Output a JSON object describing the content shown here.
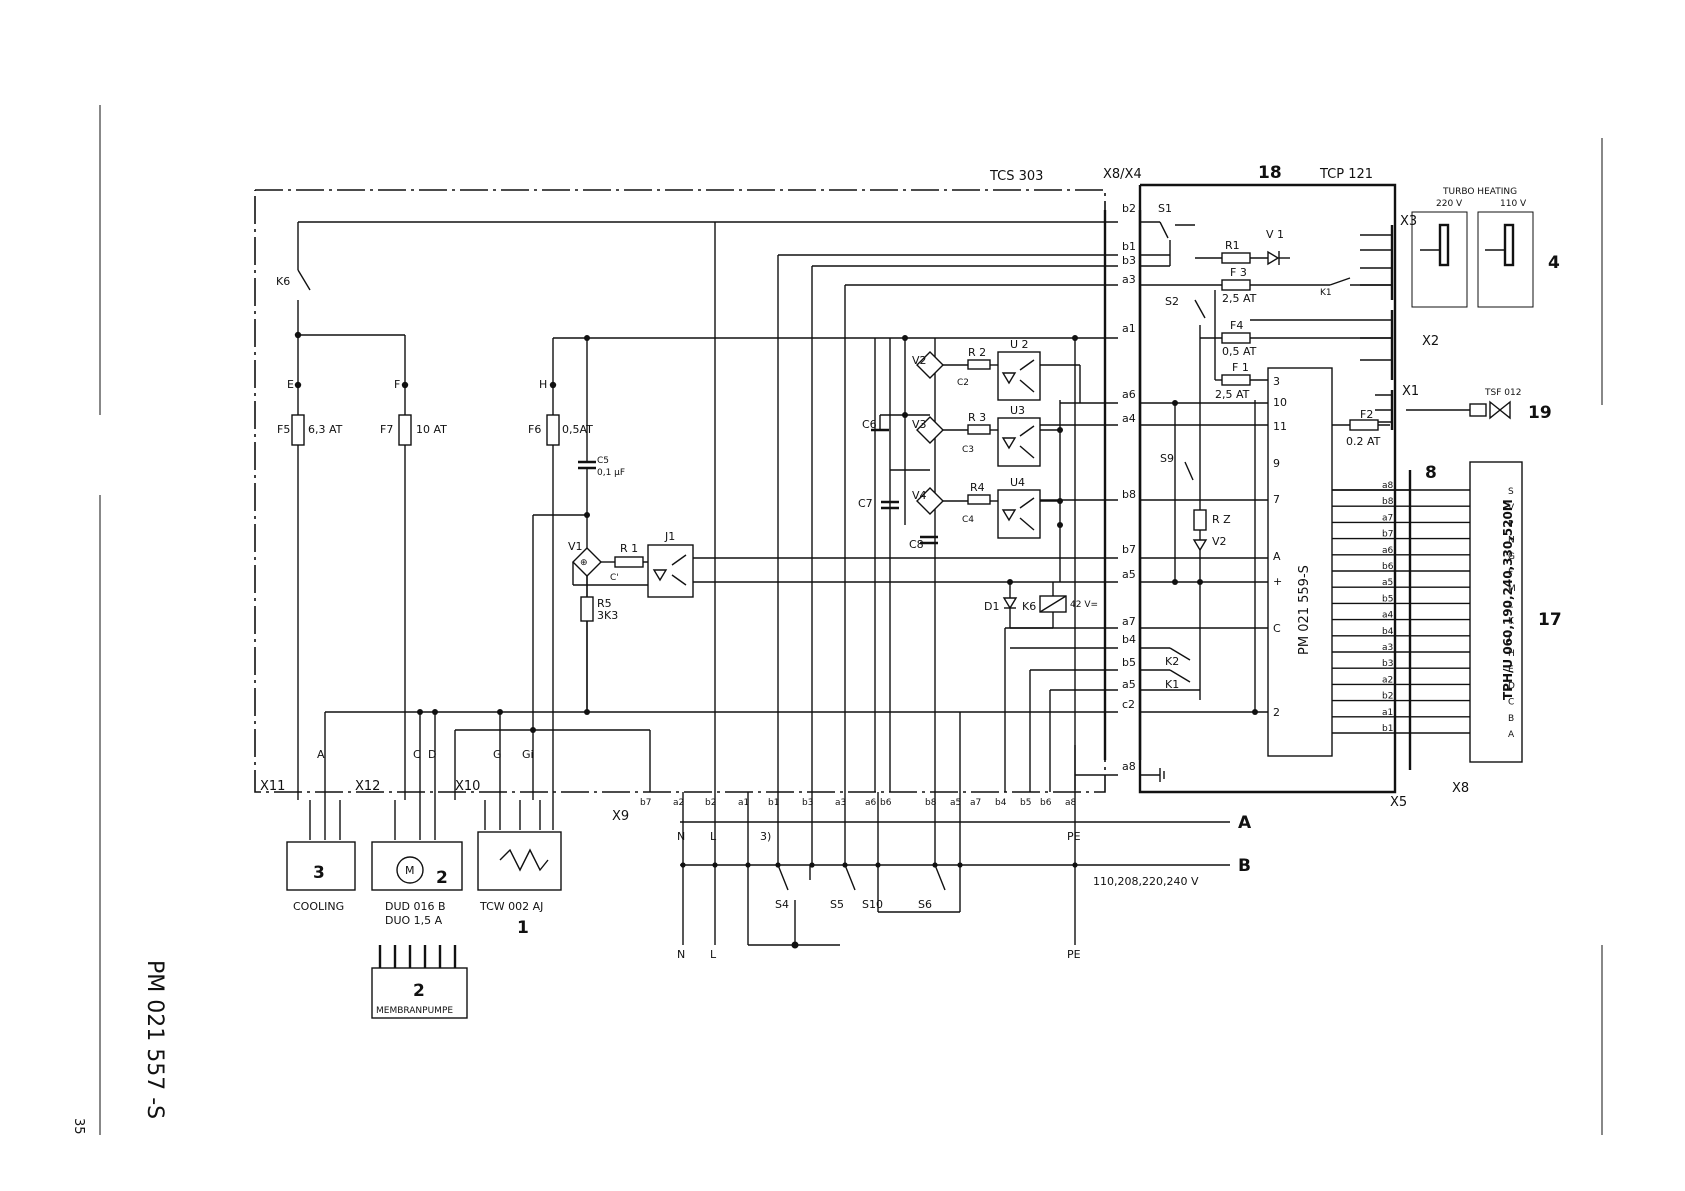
{
  "page": {
    "doc_number": "PM 021 557 -S",
    "page_number": "35"
  },
  "boards": {
    "tcs": "TCS 303",
    "x8x4": "X8/X4",
    "ref18": "18",
    "tcp": "TCP 121",
    "pm559": "PM 021 559-S",
    "x5": "X5",
    "x8_bottom": "X8"
  },
  "connectors": {
    "x11": "X11",
    "x12": "X12",
    "x10": "X10",
    "x9": "X9",
    "x3": "X3",
    "x2": "X2",
    "x1": "X1"
  },
  "fuses": {
    "f5": "F5",
    "f5_val": "6,3 AT",
    "f7": "F7",
    "f7_val": "10 AT",
    "f6": "F6",
    "f6_val": "0,5AT",
    "f3": "F 3",
    "f3_val": "2,5 AT",
    "f4": "F4",
    "f4_val": "0,5 AT",
    "f1": "F 1",
    "f1_val": "2,5 AT",
    "f2": "F2",
    "f2_val": "0.2 AT"
  },
  "components": {
    "k6": "K6",
    "s1": "S1",
    "r1_top": "R1",
    "v1_top": "V 1",
    "s2": "S2",
    "k1": "K1",
    "s9": "S9",
    "rz": "R Z",
    "v2": "V2",
    "k2": "K2",
    "r1": "R 1",
    "j1": "J1",
    "v1": "V1",
    "c_prime": "C'",
    "r5": "R5",
    "r5_val": "3K3",
    "c5": "C5",
    "c5_val": "0,1 μF",
    "v2b": "V2",
    "r2": "R 2",
    "u2": "U 2",
    "c2": "C2",
    "v3": "V3",
    "r3": "R 3",
    "u3": "U3",
    "c3": "C3",
    "v4": "V4",
    "r4": "R4",
    "u4": "U4",
    "c4": "C4",
    "c6": "C6",
    "c7": "C7",
    "c8": "C8",
    "d1": "D1",
    "k6b": "K6",
    "k6_val": "42 V=",
    "turbo": "TURBO HEATING",
    "v220": "220 V",
    "v110": "110 V",
    "tsf": "TSF 012",
    "tph": "TPH/U 060,190,240,330,520M",
    "s4": "S4",
    "s5": "S5",
    "s10": "S10",
    "s6": "S6"
  },
  "refs": {
    "r4": "4",
    "r19": "19",
    "r8": "8",
    "r17": "17",
    "r3": "3",
    "r2": "2",
    "r1": "1",
    "r2b": "2"
  },
  "devices": {
    "cooling": "COOLING",
    "dud_a": "DUD 016 B",
    "dud_b": "DUO 1,5 A",
    "tcw": "TCW 002 AJ",
    "membran": "MEMBRANPUMPE"
  },
  "supply": {
    "a": "A",
    "b": "B",
    "voltage": "110,208,220,240 V",
    "n": "N",
    "l": "L",
    "pe": "PE",
    "n2": "N",
    "l2": "L",
    "pe2": "PE",
    "three": "3)"
  },
  "terminals_left": [
    "E",
    "F",
    "H",
    "A",
    "C",
    "D",
    "G",
    "Gi"
  ],
  "terminals_x4": [
    "b2",
    "b1",
    "b3",
    "a3",
    "a1",
    "a6",
    "a4",
    "b8",
    "b7",
    "a5",
    "a7",
    "b4",
    "b5",
    "a5",
    "c2",
    "a8"
  ],
  "terminals_x9": [
    "b7",
    "a2",
    "b2",
    "a1",
    "b1",
    "b3",
    "a3",
    "a6",
    "b6",
    "b8",
    "a5",
    "a7",
    "b4",
    "b5",
    "b6",
    "a8"
  ],
  "tcp_pins": [
    "3",
    "10",
    "11",
    "9",
    "7",
    "A",
    "+",
    "C",
    "2"
  ],
  "x8_pins": [
    "a8",
    "b8",
    "a7",
    "b7",
    "a6",
    "b6",
    "a5",
    "b5",
    "a4",
    "b4",
    "a3",
    "b3",
    "a2",
    "b2",
    "a1",
    "b1"
  ],
  "tph_pins": [
    "S",
    "V",
    "P",
    "N",
    "G",
    "F",
    "M",
    "L",
    "K",
    "J",
    "H",
    "E",
    "D",
    "C",
    "B",
    "A"
  ]
}
